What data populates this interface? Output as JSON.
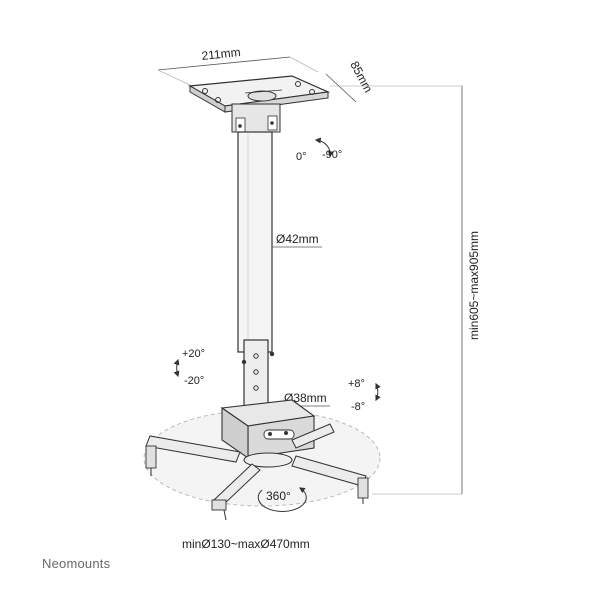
{
  "dimensions": {
    "plate_width": "211mm",
    "plate_depth": "85mm",
    "height_range": "min605~max905mm",
    "upper_tube_diameter": "Ø42mm",
    "lower_tube_diameter": "Ø38mm",
    "arm_span_range": "minØ130~maxØ470mm"
  },
  "rotations": {
    "top_tilt_zero": "0°",
    "top_tilt_max": "-90°",
    "tilt_up": "+20°",
    "tilt_down": "-20°",
    "swivel_up": "+8°",
    "swivel_down": "-8°",
    "rotation_full": "360°"
  },
  "brand": "Neomounts",
  "colors": {
    "line": "#333333",
    "light_line": "#9a9a9a",
    "fill_part": "#e6e6e6",
    "dashed": "#b5b5b5"
  }
}
